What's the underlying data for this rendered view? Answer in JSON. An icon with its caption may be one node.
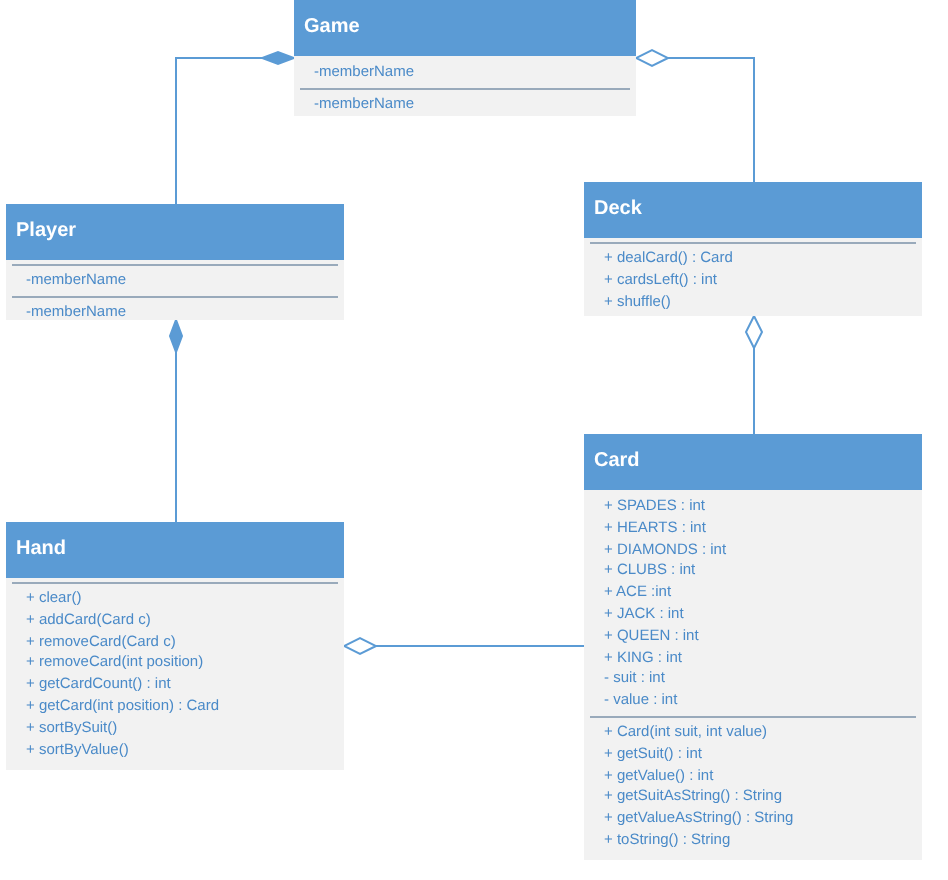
{
  "diagram": {
    "nodes": [
      {
        "text": [
          "Game",
          "-memberName",
          "-memberName"
        ]
      },
      {
        "text": [
          "Player",
          "-memberName",
          "-memberName"
        ]
      },
      {
        "text": [
          "Deck",
          "+ dealCard() : Card",
          "+ cardsLeft() : int",
          "+ shuffle()"
        ]
      },
      {
        "text": [
          "Hand",
          "+ clear()",
          "+ addCard(Card c)",
          "+ removeCard(Card c)",
          "+ removeCard(int position)",
          "+ getCardCount() : int",
          "+ getCard(int position) : Card",
          "+ sortBySuit()",
          "+ sortByValue()"
        ]
      },
      {
        "text": [
          "Card",
          "+ SPADES : int",
          "+ HEARTS : int",
          "+ DIAMONDS : int",
          "+ CLUBS : int",
          "+ ACE :int",
          "+ JACK : int",
          "+ QUEEN : int",
          "+ KING : int",
          "- suit : int",
          "- value : int",
          "+ Card(int suit, int value)",
          "+ getSuit() : int",
          "+ getValue() : int",
          "+ getSuitAsString() : String",
          "+ getValueAsString() : String",
          "+ toString() : String"
        ]
      }
    ],
    "edges": [
      {
        "from": 0,
        "to": 1,
        "arrow": "other"
      },
      {
        "from": 0,
        "to": 2,
        "arrow": "other"
      },
      {
        "from": 1,
        "to": 3,
        "arrow": "other"
      },
      {
        "from": 2,
        "to": 4,
        "arrow": "other"
      },
      {
        "from": 3,
        "to": 4,
        "arrow": "other"
      }
    ]
  }
}
